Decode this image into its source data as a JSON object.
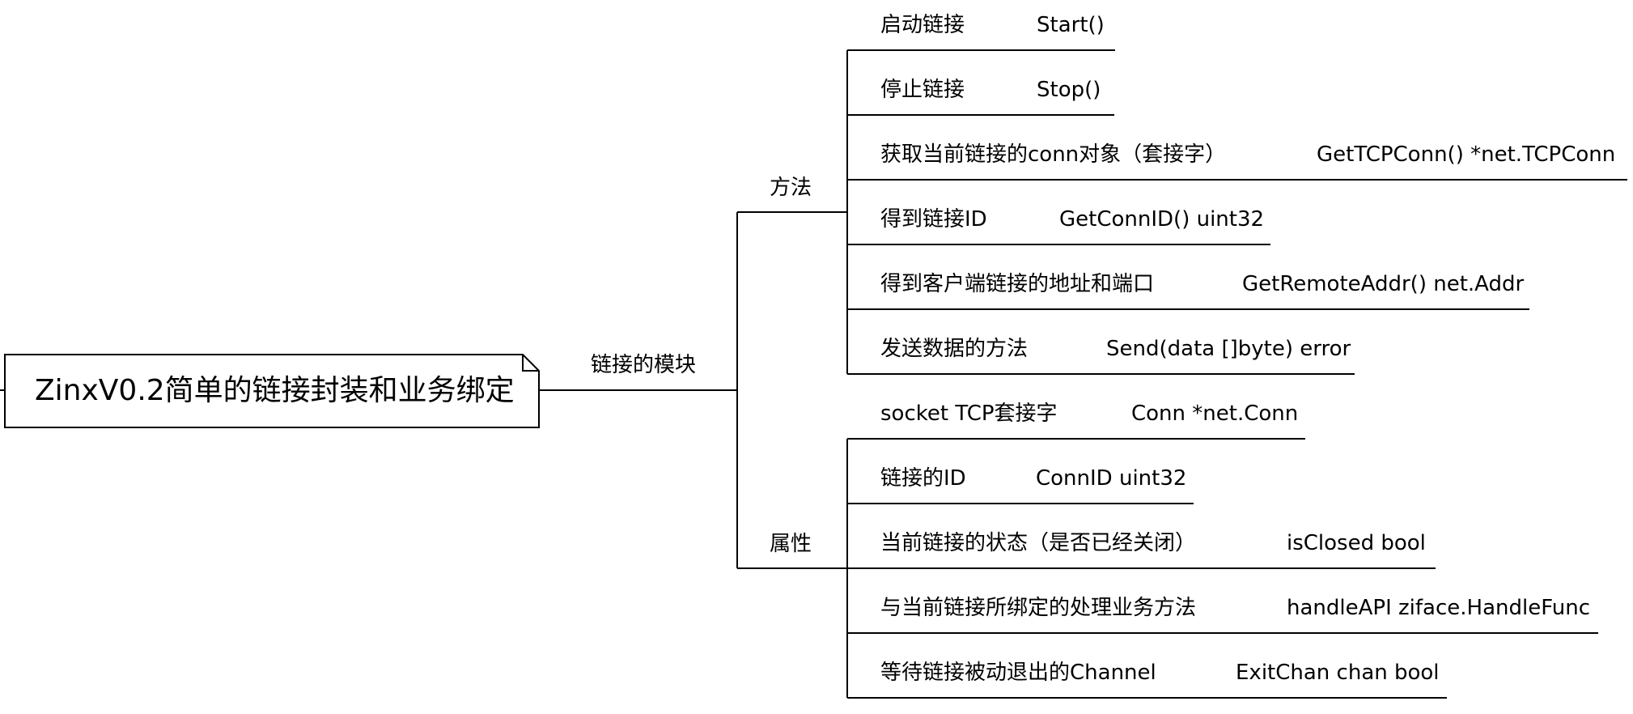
{
  "root": {
    "title": "ZinxV0.2简单的链接封装和业务绑定"
  },
  "module": {
    "label": "链接的模块"
  },
  "methods": {
    "label": "方法",
    "items": [
      {
        "desc": "启动链接",
        "signature": "Start()"
      },
      {
        "desc": "停止链接",
        "signature": "Stop()"
      },
      {
        "desc": "获取当前链接的conn对象（套接字）",
        "signature": "GetTCPConn() *net.TCPConn"
      },
      {
        "desc": "得到链接ID",
        "signature": "GetConnID() uint32"
      },
      {
        "desc": "得到客户端链接的地址和端口",
        "signature": "GetRemoteAddr() net.Addr"
      },
      {
        "desc": "发送数据的方法",
        "signature": "Send(data []byte) error"
      }
    ]
  },
  "attributes": {
    "label": "属性",
    "items": [
      {
        "desc": "socket TCP套接字",
        "signature": "Conn *net.Conn"
      },
      {
        "desc": "链接的ID",
        "signature": "ConnID uint32"
      },
      {
        "desc": "当前链接的状态（是否已经关闭）",
        "signature": "isClosed bool"
      },
      {
        "desc": "与当前链接所绑定的处理业务方法",
        "signature": "handleAPI ziface.HandleFunc"
      },
      {
        "desc": "等待链接被动退出的Channel",
        "signature": "ExitChan chan bool"
      }
    ]
  }
}
